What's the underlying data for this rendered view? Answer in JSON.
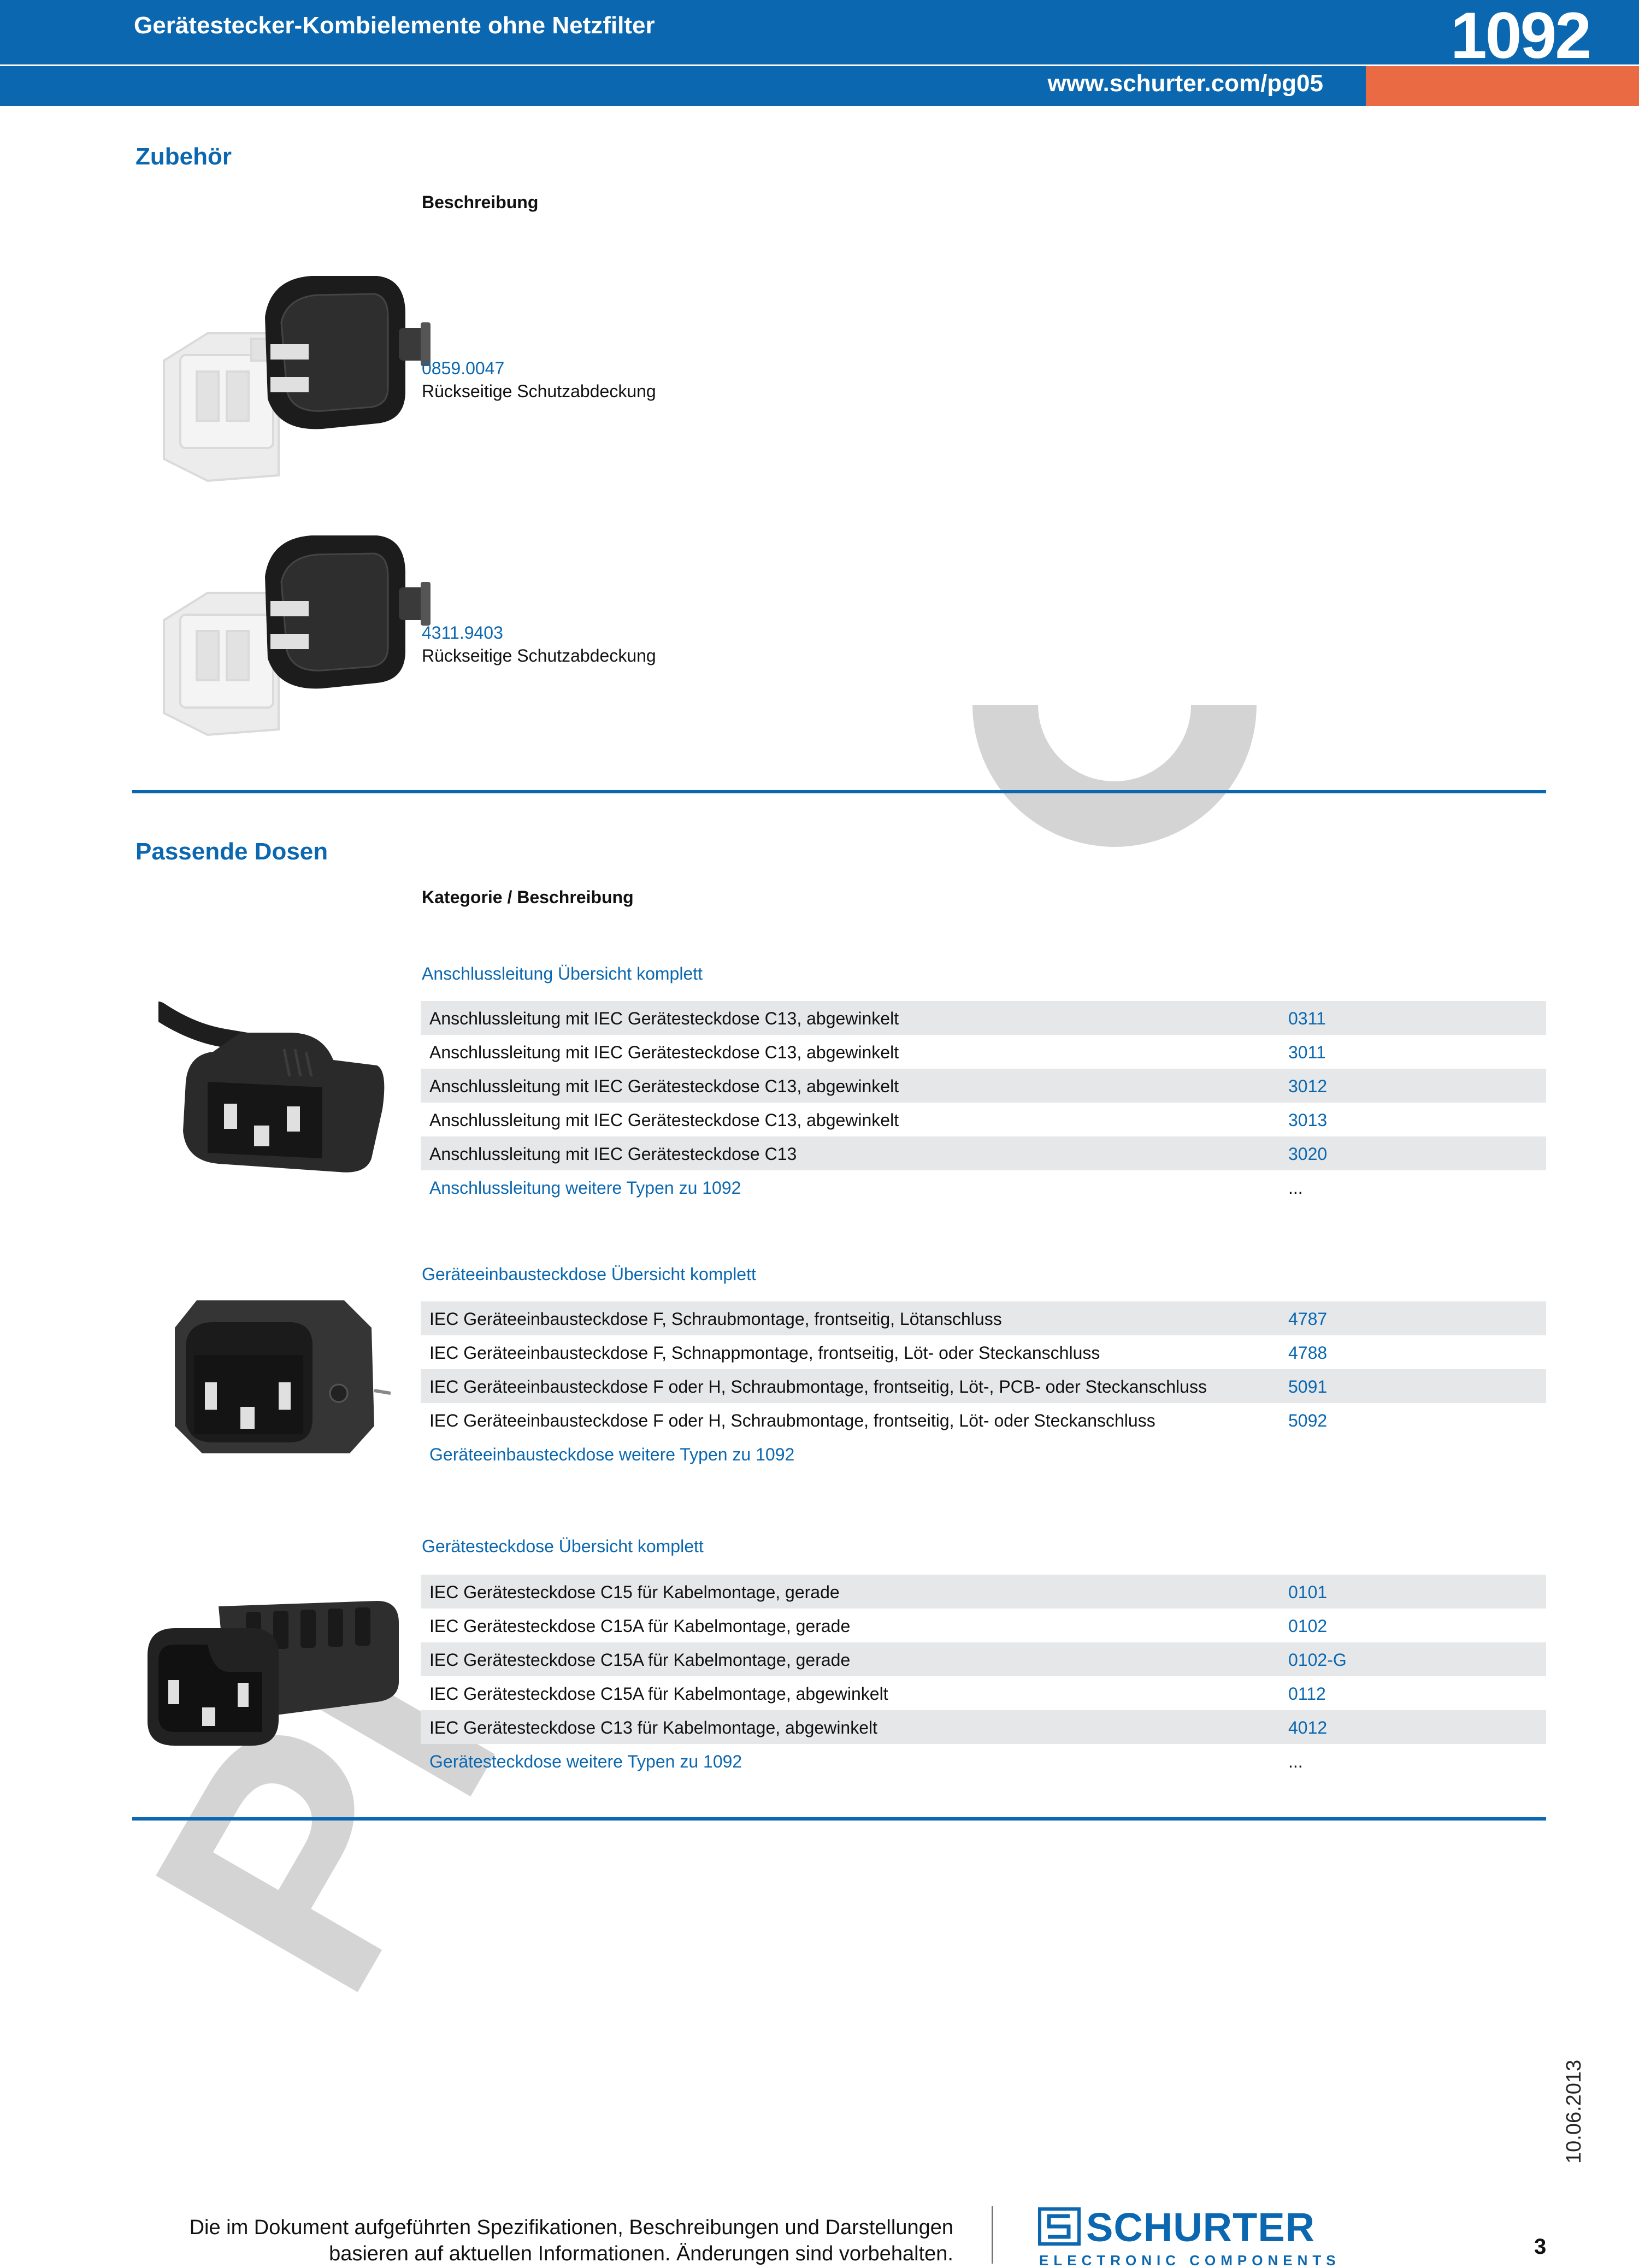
{
  "header": {
    "title": "Gerätestecker-Kombielemente ohne Netzfilter",
    "number": "1092",
    "url": "www.schurter.com/pg05"
  },
  "zubehoer": {
    "title": "Zubehör",
    "column_header": "Beschreibung",
    "items": [
      {
        "code": "0859.0047",
        "description": "Rückseitige Schutzabdeckung"
      },
      {
        "code": "4311.9403",
        "description": "Rückseitige Schutzabdeckung"
      }
    ]
  },
  "dosen": {
    "title": "Passende Dosen",
    "column_header": "Kategorie / Beschreibung",
    "groups": [
      {
        "title": "Anschlussleitung Übersicht komplett",
        "rows": [
          {
            "desc": "Anschlussleitung mit IEC Gerätesteckdose C13, abgewinkelt",
            "code": "0311"
          },
          {
            "desc": "Anschlussleitung mit IEC Gerätesteckdose C13, abgewinkelt",
            "code": "3011"
          },
          {
            "desc": "Anschlussleitung mit IEC Gerätesteckdose C13, abgewinkelt",
            "code": "3012"
          },
          {
            "desc": "Anschlussleitung mit IEC Gerätesteckdose C13, abgewinkelt",
            "code": "3013"
          },
          {
            "desc": "Anschlussleitung mit IEC Gerätesteckdose C13",
            "code": "3020"
          },
          {
            "desc": "Anschlussleitung weitere Typen zu 1092",
            "code": "..."
          }
        ]
      },
      {
        "title": "Geräteeinbausteckdose Übersicht komplett",
        "rows": [
          {
            "desc": "IEC Geräteeinbausteckdose F, Schraubmontage, frontseitig, Lötanschluss",
            "code": "4787"
          },
          {
            "desc": "IEC Geräteeinbausteckdose F, Schnappmontage, frontseitig, Löt- oder Steckanschluss",
            "code": "4788"
          },
          {
            "desc": "IEC Geräteeinbausteckdose F oder H, Schraubmontage, frontseitig, Löt-, PCB- oder Steckanschluss",
            "code": "5091"
          },
          {
            "desc": "IEC Geräteeinbausteckdose F oder H, Schraubmontage, frontseitig, Löt- oder Steckanschluss",
            "code": "5092"
          },
          {
            "desc": "Geräteeinbausteckdose weitere Typen zu 1092",
            "code": ""
          }
        ]
      },
      {
        "title": "Gerätesteckdose Übersicht komplett",
        "rows": [
          {
            "desc": "IEC Gerätesteckdose C15 für Kabelmontage, gerade",
            "code": "0101"
          },
          {
            "desc": "IEC Gerätesteckdose C15A für Kabelmontage, gerade",
            "code": "0102"
          },
          {
            "desc": "IEC Gerätesteckdose C15A für Kabelmontage, gerade",
            "code": "0102-G"
          },
          {
            "desc": "IEC Gerätesteckdose C15A für Kabelmontage, abgewinkelt",
            "code": "0112"
          },
          {
            "desc": "IEC Gerätesteckdose C13 für Kabelmontage, abgewinkelt",
            "code": "4012"
          },
          {
            "desc": "Gerätesteckdose weitere Typen zu 1092",
            "code": "..."
          }
        ]
      }
    ]
  },
  "watermark": "PI",
  "footer": {
    "date": "10.06.2013",
    "line1": "Die im Dokument aufgeführten Spezifikationen, Beschreibungen und Darstellungen",
    "line2": "basieren auf aktuellen Informationen. Änderungen sind vorbehalten.",
    "logo_word": "SCHURTER",
    "logo_sub": "ELECTRONIC COMPONENTS",
    "page": "3"
  },
  "colors": {
    "brand_blue": "#0b68b0",
    "accent_orange": "#ea6a43",
    "row_shade": "#e6e7e9"
  }
}
